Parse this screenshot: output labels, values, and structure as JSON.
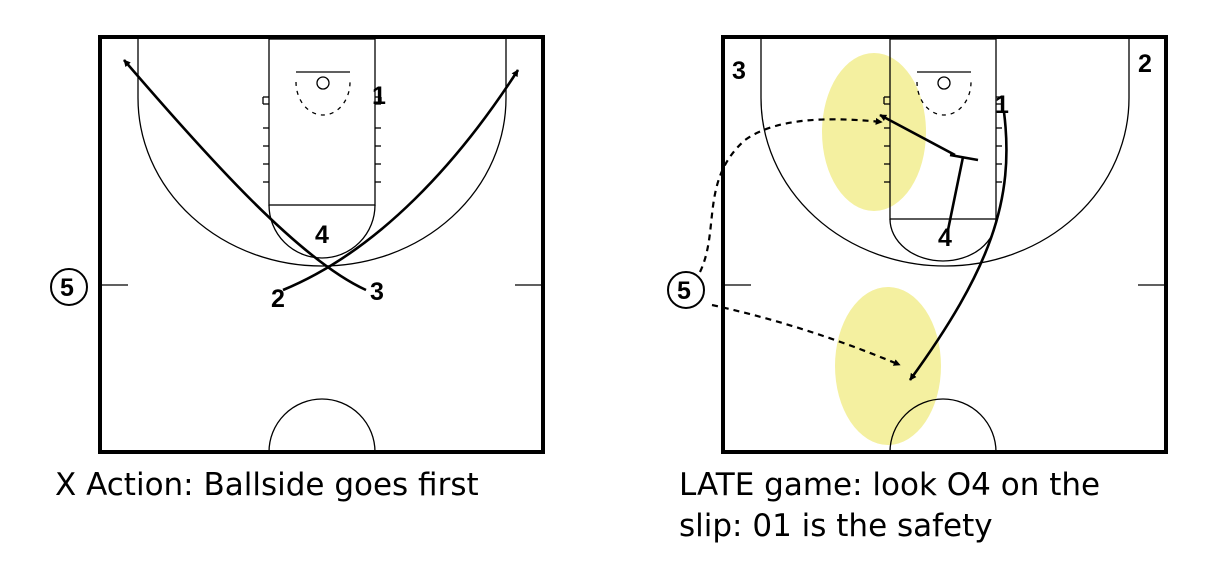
{
  "diagrams": [
    {
      "caption": "X Action: Ballside goes first",
      "players": {
        "p1": "1",
        "p2": "2",
        "p3": "3",
        "p4": "4",
        "p5": "5"
      }
    },
    {
      "caption_line1": "LATE game: look O4 on the",
      "caption_line2": "slip: 01 is the safety",
      "players": {
        "p1": "1",
        "p2": "2",
        "p3": "3",
        "p4": "4",
        "p5": "5"
      }
    }
  ],
  "colors": {
    "highlight": "#f4f0a0",
    "lines": "#000000"
  }
}
